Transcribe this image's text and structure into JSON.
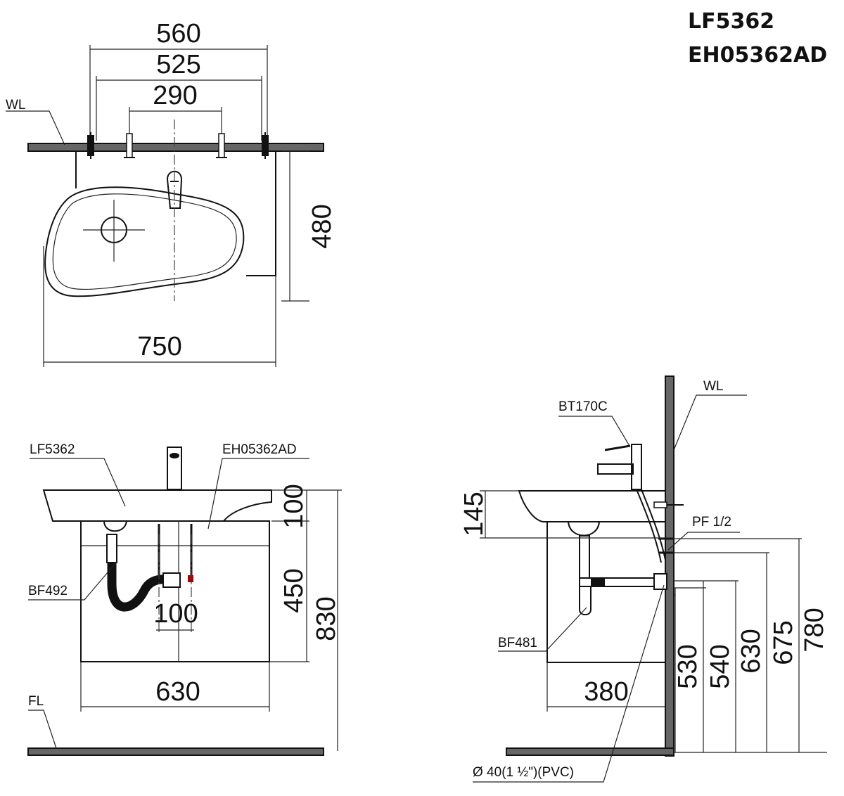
{
  "models": {
    "basin": "LF5362",
    "cabinet": "EH05362AD"
  },
  "top_view": {
    "dims": {
      "w560": "560",
      "w525": "525",
      "w290": "290",
      "depth480": "480",
      "w750": "750"
    },
    "wall_label": "WL"
  },
  "front_view": {
    "labels": {
      "basin": "LF5362",
      "cabinet": "EH05362AD",
      "trap": "BF492",
      "floor": "FL"
    },
    "dims": {
      "h100top": "100",
      "h450": "450",
      "h830": "830",
      "c100": "100",
      "w630": "630"
    }
  },
  "side_view": {
    "labels": {
      "faucet": "BT170C",
      "wall": "WL",
      "supply": "PF 1/2",
      "trap": "BF481",
      "pipe": "Ø  40(1 ½\")(PVC)"
    },
    "dims": {
      "h145": "145",
      "d380": "380",
      "h530": "530",
      "h540": "540",
      "h630": "630",
      "h675": "675",
      "h780": "780"
    }
  }
}
